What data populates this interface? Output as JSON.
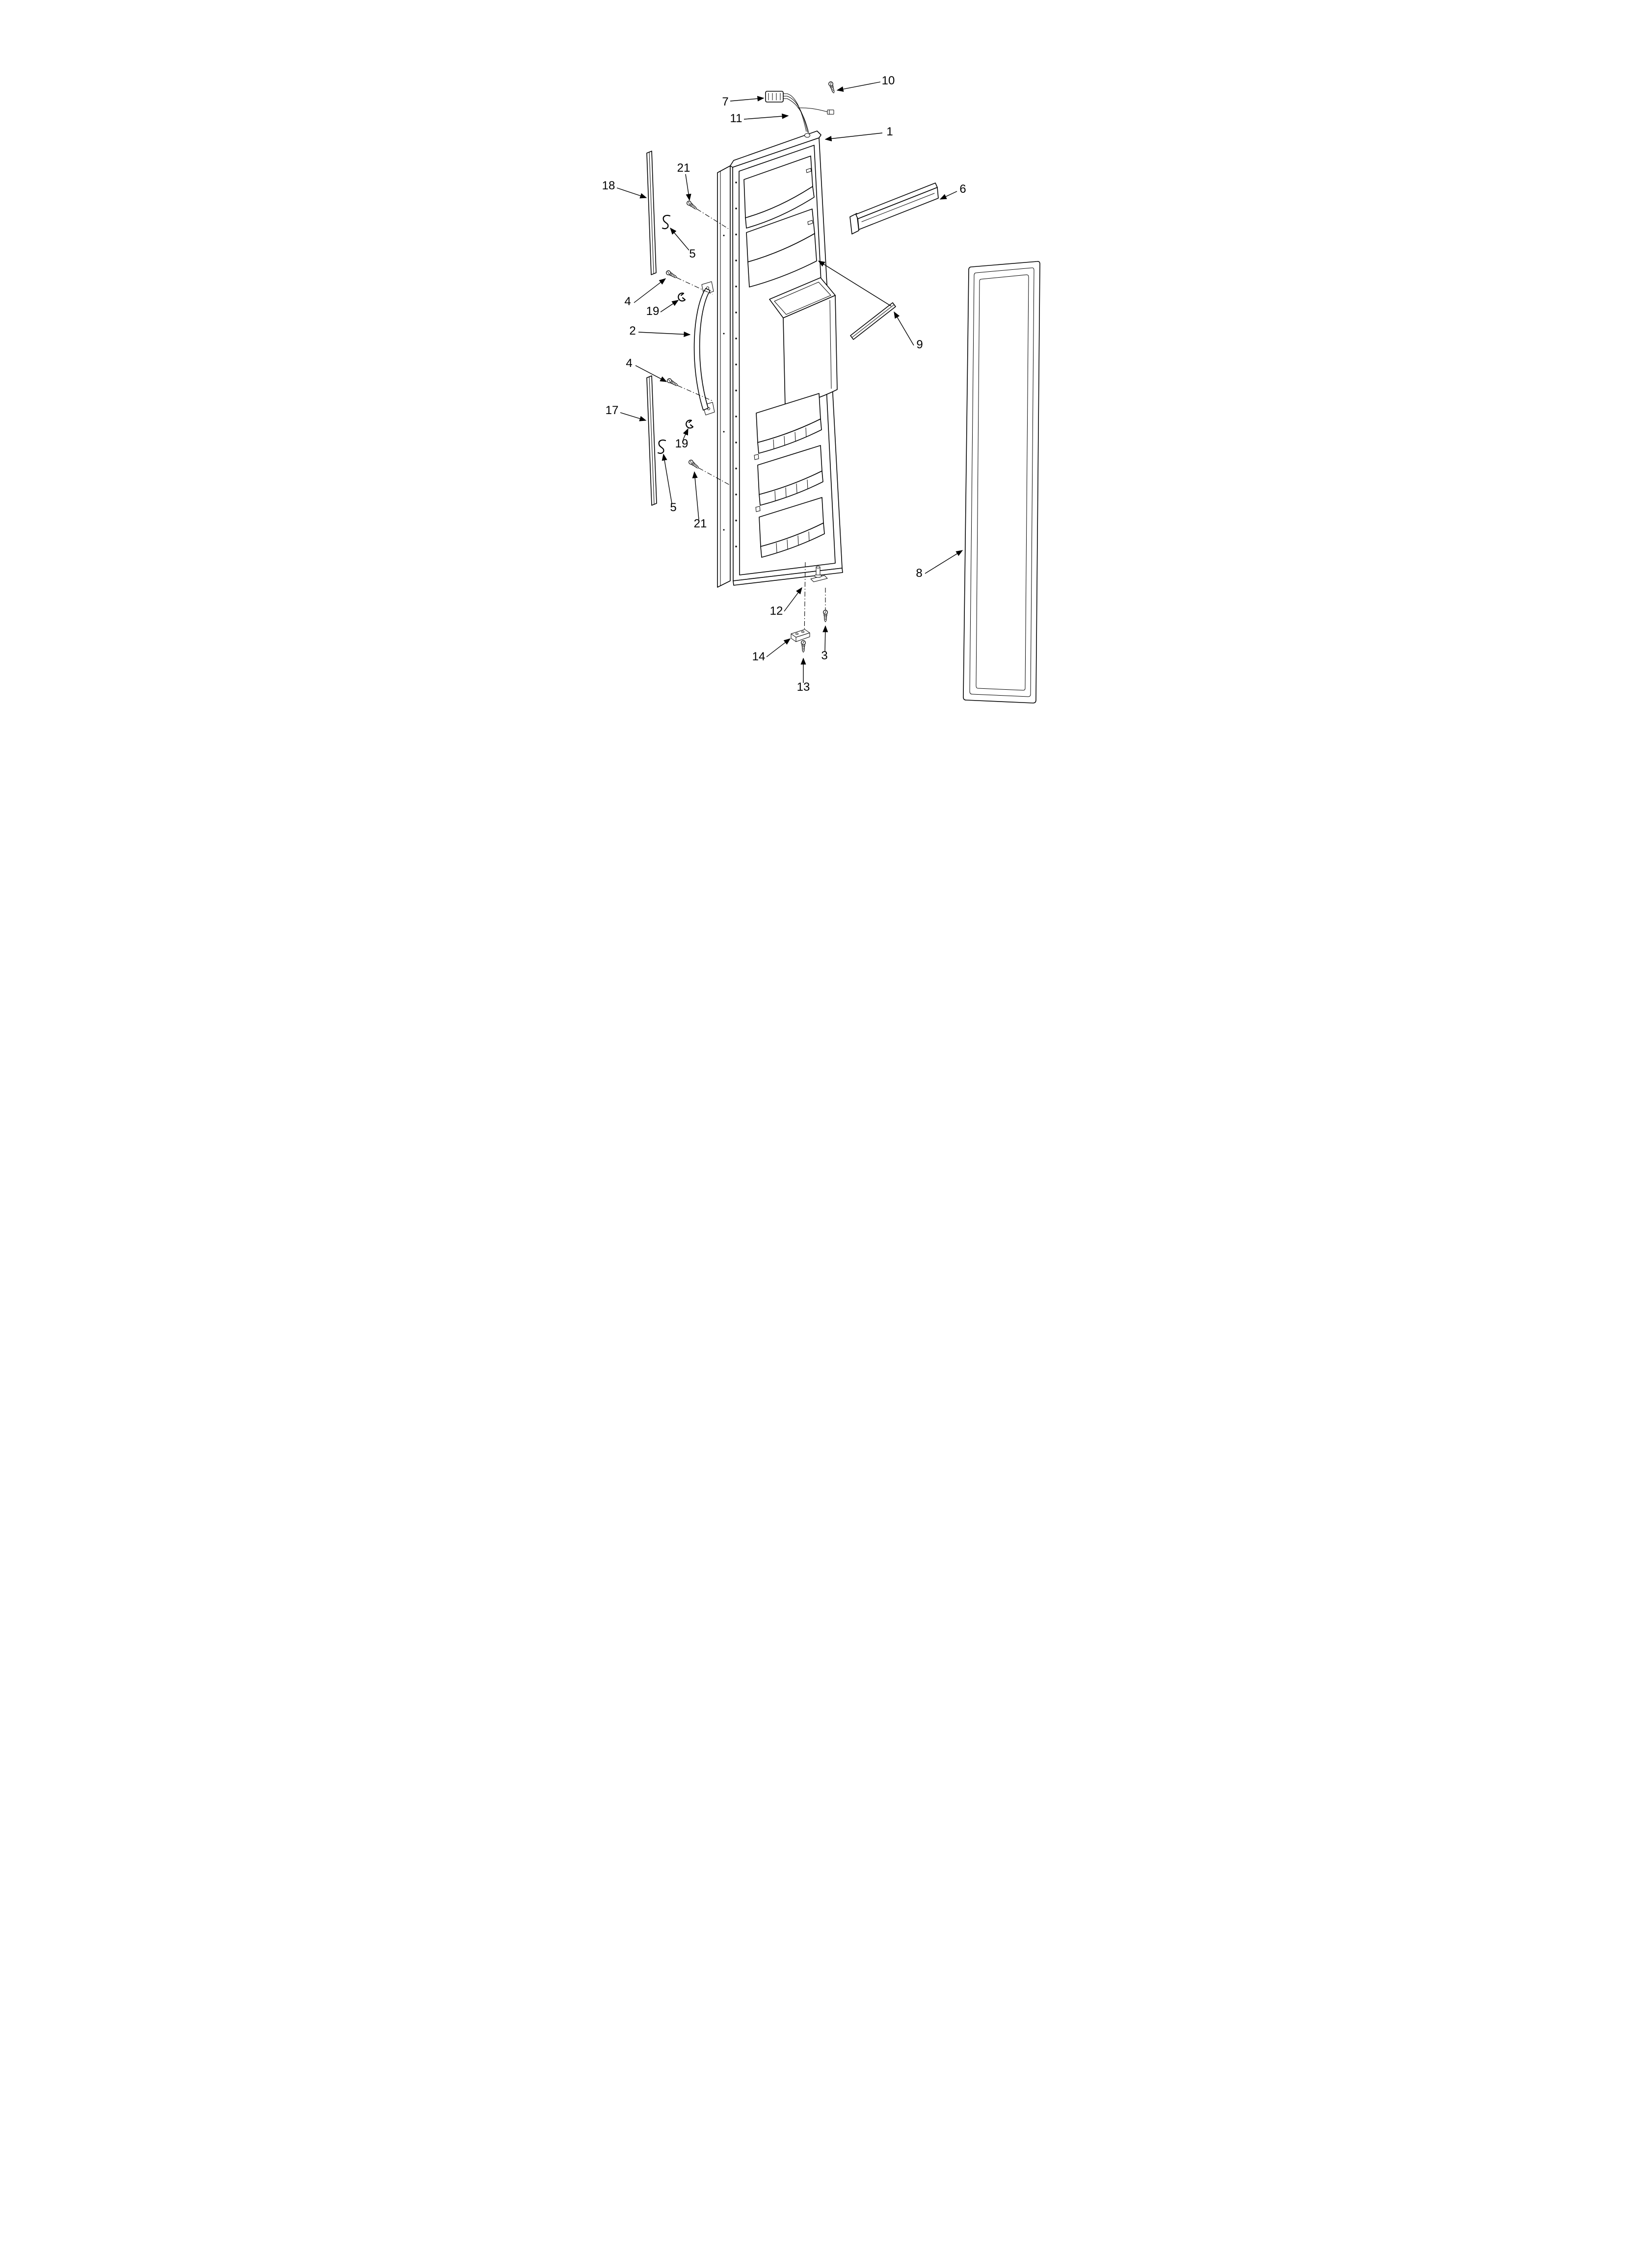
{
  "colors": {
    "line": "#000000",
    "background": "#ffffff"
  },
  "diagram": {
    "callouts": [
      {
        "label": "7"
      },
      {
        "label": "10"
      },
      {
        "label": "11"
      },
      {
        "label": "1"
      },
      {
        "label": "18"
      },
      {
        "label": "21"
      },
      {
        "label": "6"
      },
      {
        "label": "5"
      },
      {
        "label": "4"
      },
      {
        "label": "19"
      },
      {
        "label": "2"
      },
      {
        "label": "9"
      },
      {
        "label": "4"
      },
      {
        "label": "17"
      },
      {
        "label": "19"
      },
      {
        "label": "5"
      },
      {
        "label": "21"
      },
      {
        "label": "8"
      },
      {
        "label": "12"
      },
      {
        "label": "14"
      },
      {
        "label": "3"
      },
      {
        "label": "13"
      }
    ]
  }
}
